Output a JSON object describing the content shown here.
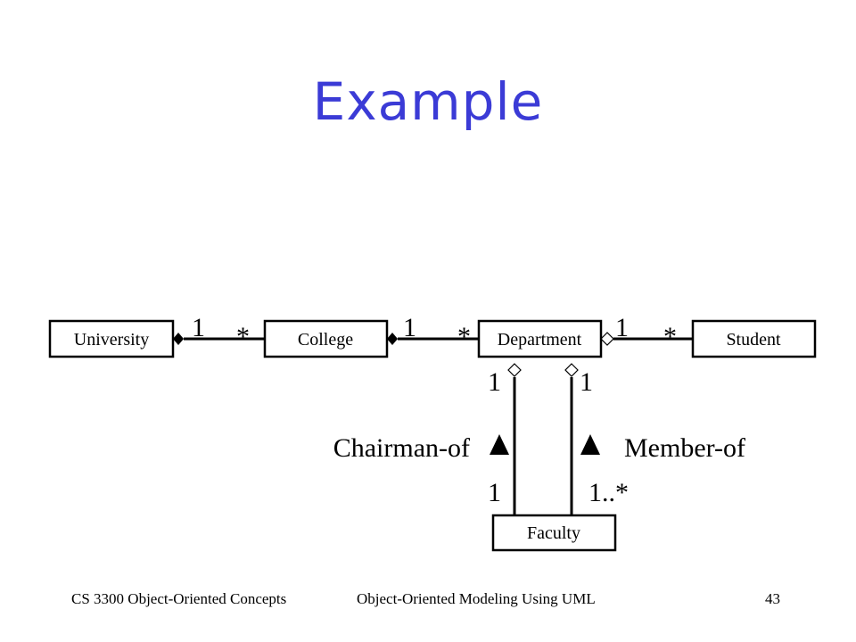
{
  "title": "Example",
  "classes": {
    "university": "University",
    "college": "College",
    "department": "Department",
    "student": "Student",
    "faculty": "Faculty"
  },
  "multiplicities": {
    "university_college_left": "1",
    "university_college_right": "*",
    "college_department_left": "1",
    "college_department_right": "*",
    "department_student_left": "1",
    "department_student_right": "*",
    "chairman_top": "1",
    "member_top": "1",
    "chairman_bottom": "1",
    "member_bottom": "1..*"
  },
  "associations": {
    "chairman": "Chairman-of",
    "member": "Member-of"
  },
  "footer": {
    "course": "CS 3300 Object-Oriented Concepts",
    "topic": "Object-Oriented Modeling Using UML",
    "page_number": "43"
  },
  "colors": {
    "title": "#3b3bd6"
  }
}
